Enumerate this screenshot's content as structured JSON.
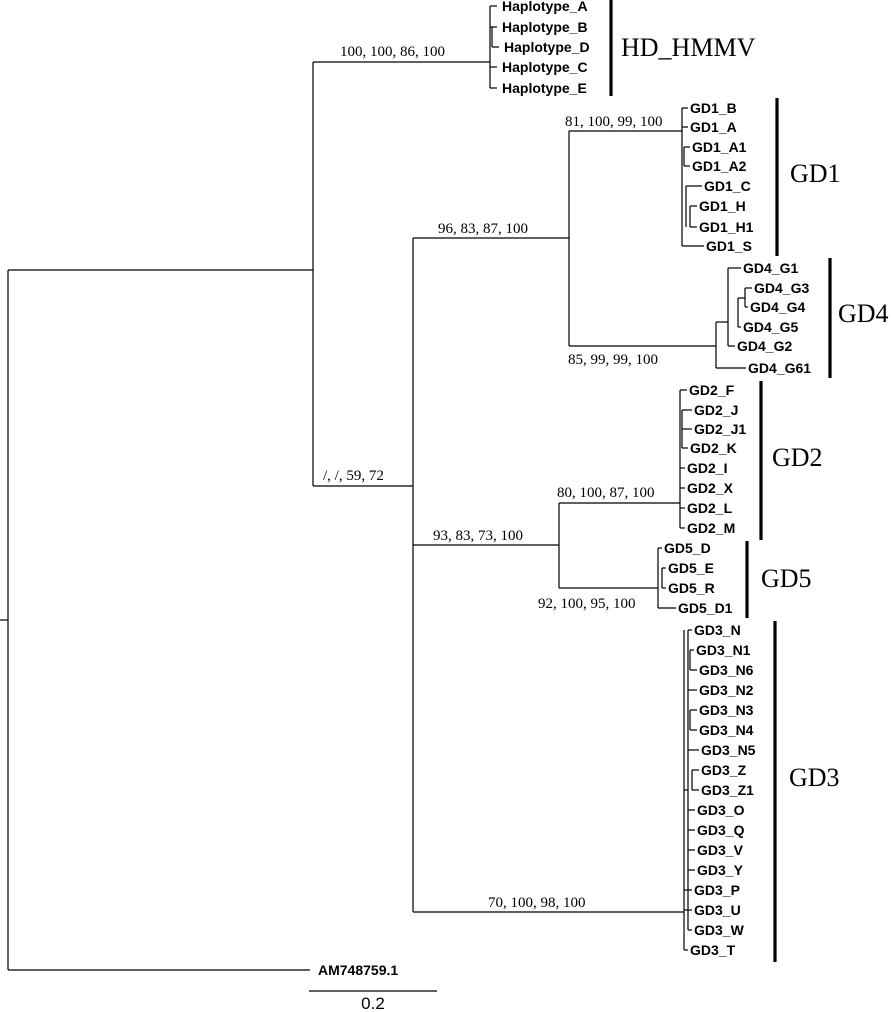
{
  "tree": {
    "support_values": {
      "hd_hmmv": "100, 100, 86, 100",
      "gd1": "81, 100, 99, 100",
      "gd1_gd4": "96, 83, 87, 100",
      "gd4": "85, 99, 99, 100",
      "ingroup": "/, /, 59, 72",
      "gd2": "80, 100, 87, 100",
      "gd2_gd5": "93, 83, 73, 100",
      "gd5": "92, 100, 95, 100",
      "gd3": "70, 100, 98, 100"
    },
    "clades": {
      "hd_hmmv": {
        "name": "HD_HMMV",
        "leaves": [
          "Haplotype_A",
          "Haplotype_B",
          "Haplotype_D",
          "Haplotype_C",
          "Haplotype_E"
        ]
      },
      "gd1": {
        "name": "GD1",
        "leaves": [
          "GD1_B",
          "GD1_A",
          "GD1_A1",
          "GD1_A2",
          "GD1_C",
          "GD1_H",
          "GD1_H1",
          "GD1_S"
        ]
      },
      "gd4": {
        "name": "GD4",
        "leaves": [
          "GD4_G1",
          "GD4_G3",
          "GD4_G4",
          "GD4_G5",
          "GD4_G2",
          "GD4_G61"
        ]
      },
      "gd2": {
        "name": "GD2",
        "leaves": [
          "GD2_F",
          "GD2_J",
          "GD2_J1",
          "GD2_K",
          "GD2_I",
          "GD2_X",
          "GD2_L",
          "GD2_M"
        ]
      },
      "gd5": {
        "name": "GD5",
        "leaves": [
          "GD5_D",
          "GD5_E",
          "GD5_R",
          "GD5_D1"
        ]
      },
      "gd3": {
        "name": "GD3",
        "leaves": [
          "GD3_N",
          "GD3_N1",
          "GD3_N6",
          "GD3_N2",
          "GD3_N3",
          "GD3_N4",
          "GD3_N5",
          "GD3_Z",
          "GD3_Z1",
          "GD3_O",
          "GD3_Q",
          "GD3_V",
          "GD3_Y",
          "GD3_P",
          "GD3_U",
          "GD3_W",
          "GD3_T"
        ]
      }
    },
    "outgroup": "AM748759.1",
    "scale_bar": "0.2"
  }
}
